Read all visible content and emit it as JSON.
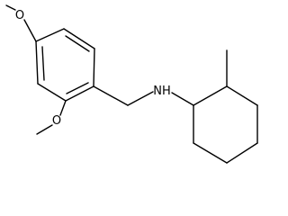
{
  "molecule": {
    "atoms": {
      "o_top": "O",
      "o_bottom": "O",
      "nh": "NH"
    }
  }
}
